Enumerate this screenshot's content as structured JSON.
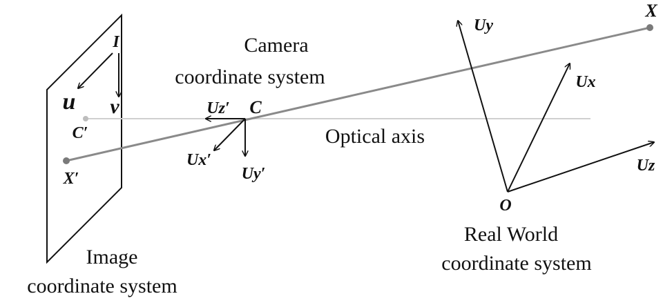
{
  "colors": {
    "ink": "#111111",
    "ray": "#8a8a8a",
    "optical_axis": "#cfcfcf",
    "point": "#7a7a7a",
    "background": "#ffffff"
  },
  "labels": {
    "image_origin": "I",
    "u_axis": "u",
    "v_axis": "v",
    "principal_point": "C′",
    "projected_point": "X′",
    "camera_title_line1": "Camera",
    "camera_title_line2": "coordinate system",
    "camera_center": "C",
    "uz_prime": "Uz′",
    "ux_prime": "Ux′",
    "uy_prime": "Uy′",
    "optical_axis": "Optical axis",
    "world_point": "X",
    "uy": "Uy",
    "ux": "Ux",
    "uz": "Uz",
    "world_origin": "O",
    "world_title_line1": "Real World",
    "world_title_line2": "coordinate system",
    "image_title_line1": "Image",
    "image_title_line2": "coordinate system"
  }
}
